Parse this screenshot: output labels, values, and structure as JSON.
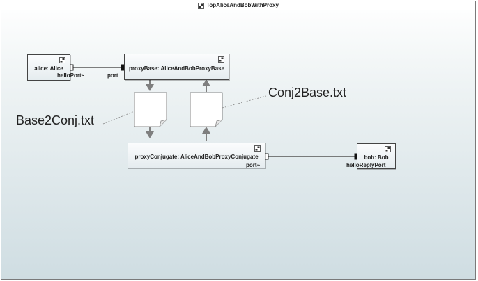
{
  "diagram": {
    "title": "TopAliceAndBobWithProxy",
    "parts": {
      "alice": {
        "label": "alice: Alice",
        "port": "helloPort~"
      },
      "proxy_base": {
        "label": "proxyBase: AliceAndBobProxyBase",
        "port": "port"
      },
      "proxy_conjugate": {
        "label": "proxyConjugate: AliceAndBobProxyConjugate",
        "port": "port~"
      },
      "bob": {
        "label": "bob: Bob",
        "port": "helloReplyPort"
      }
    },
    "files": {
      "base2conj": "Base2Conj.txt",
      "conj2base": "Conj2Base.txt"
    }
  }
}
